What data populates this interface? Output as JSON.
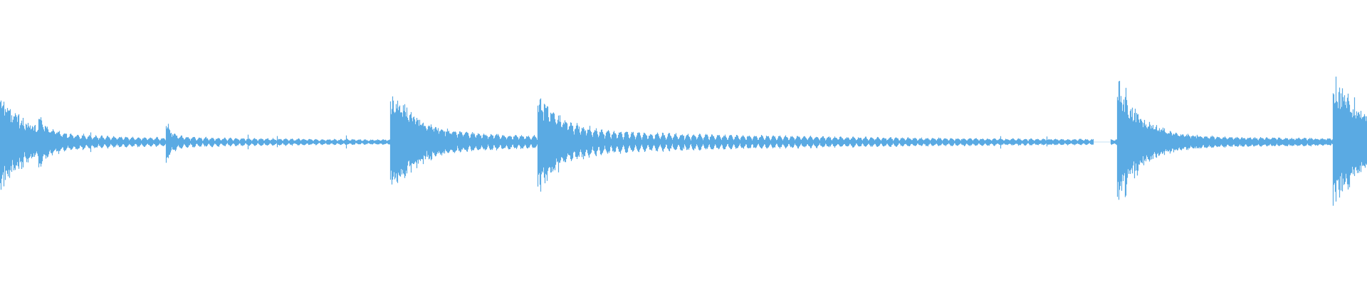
{
  "waveform": {
    "color": "#5aaae3",
    "background": "#ffffff",
    "duration_fraction_bursts": [
      {
        "start": 0.0,
        "peak": 0.28,
        "decay": 0.018,
        "ring": 0.06
      },
      {
        "start": 0.028,
        "peak": 0.1,
        "decay": 0.004,
        "ring": 0.03
      },
      {
        "start": 0.121,
        "peak": 0.12,
        "decay": 0.004,
        "ring": 0.02
      },
      {
        "start": 0.285,
        "peak": 0.3,
        "decay": 0.02,
        "ring": 0.09
      },
      {
        "start": 0.393,
        "peak": 0.28,
        "decay": 0.016,
        "ring": 0.08
      },
      {
        "start": 0.817,
        "peak": 0.38,
        "decay": 0.016,
        "ring": 0.06
      },
      {
        "start": 0.975,
        "peak": 0.35,
        "decay": 0.025,
        "ring": 0.08
      }
    ],
    "silence_gaps": [
      {
        "start": 0.8,
        "end": 0.812
      }
    ]
  }
}
